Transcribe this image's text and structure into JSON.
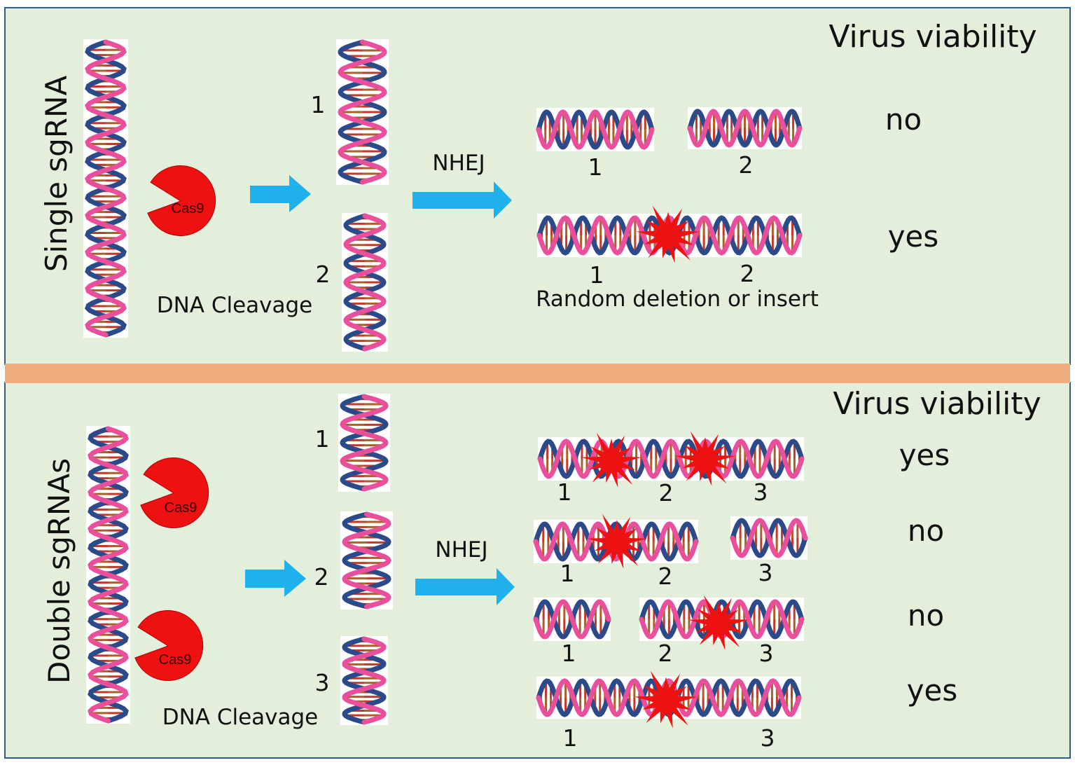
{
  "colors": {
    "panel_bg": "#e3efdb",
    "panel_border": "#2f5d8c",
    "divider": "#f0ad7e",
    "arrow": "#1fb1ec",
    "cas9": "#ee1111",
    "burst": "#ee1111",
    "strand_pink": "#e94f9a",
    "strand_navy": "#2b4a8a",
    "base_pair": "#a9602a"
  },
  "top": {
    "side_label": "Single sgRNA",
    "header": "Virus viability",
    "cas_label": "Cas9",
    "cleavage_label": "DNA Cleavage",
    "fragment_labels": [
      "1",
      "2"
    ],
    "nhej_label": "NHEJ",
    "outcomes": [
      {
        "numbers": [
          "1",
          "2"
        ],
        "result": "no"
      },
      {
        "numbers": [
          "1",
          "2"
        ],
        "result": "yes",
        "caption": "Random deletion or insert"
      }
    ]
  },
  "bottom": {
    "side_label": "Double sgRNAs",
    "header": "Virus viability",
    "cas_labels": [
      "Cas9",
      "Cas9"
    ],
    "cleavage_label": "DNA Cleavage",
    "fragment_labels": [
      "1",
      "2",
      "3"
    ],
    "nhej_label": "NHEJ",
    "outcomes": [
      {
        "numbers": [
          "1",
          "2",
          "3"
        ],
        "result": "yes"
      },
      {
        "numbers": [
          "1",
          "2",
          "3"
        ],
        "result": "no"
      },
      {
        "numbers": [
          "1",
          "2",
          "3"
        ],
        "result": "no"
      },
      {
        "numbers": [
          "1",
          "3"
        ],
        "result": "yes"
      }
    ]
  }
}
